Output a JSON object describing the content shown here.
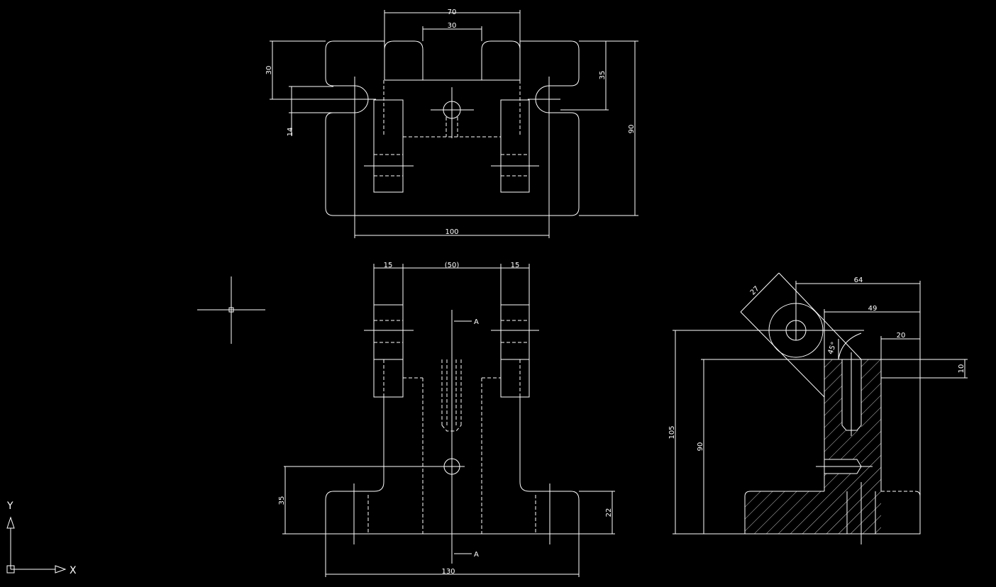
{
  "colors": {
    "background": "#000000",
    "linework": "#ffffff"
  },
  "drawing": {
    "top_view": {
      "dims": {
        "overall_width": "70",
        "slot_width": "30",
        "depth": "30",
        "offset": "35",
        "height": "90",
        "gap": "14",
        "length": "100"
      }
    },
    "front_view": {
      "dims": {
        "left_lug": "15",
        "middle": "(50)",
        "right_lug": "15",
        "base_height": "35",
        "plate": "22",
        "base_width": "130"
      },
      "section_mark_top": "A",
      "section_mark_bottom": "A"
    },
    "side_view": {
      "dims": {
        "d64": "64",
        "d49": "49",
        "d20": "20",
        "d27": "27",
        "angle": "45°",
        "d10": "10",
        "d105": "105",
        "d90": "90"
      }
    }
  },
  "ucs": {
    "x_axis_label": "X",
    "y_axis_label": "Y"
  }
}
